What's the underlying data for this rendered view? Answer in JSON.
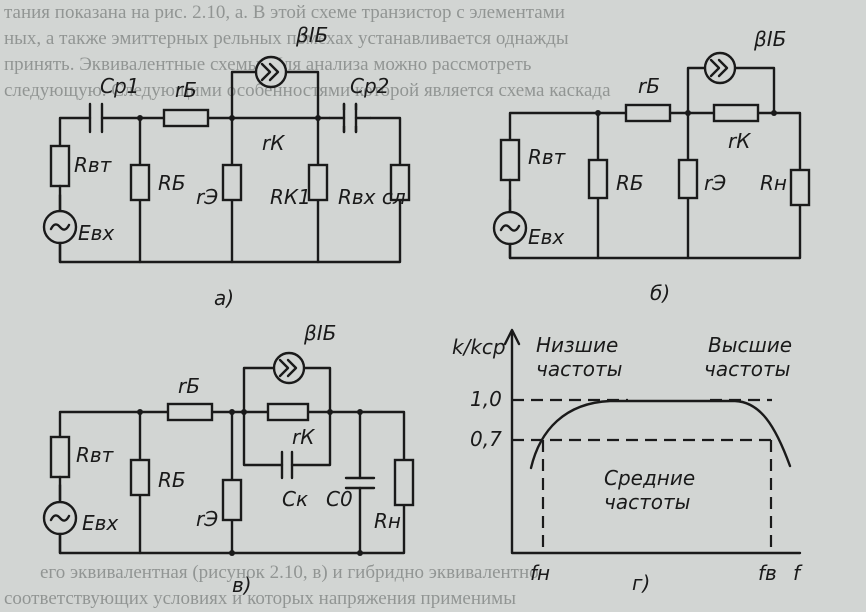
{
  "background_text": {
    "top_lines": [
      "тания показана на рис. 2.10, а. В этой схеме транзистор с элементами",
      "ных, а также эмиттерных рельных помехах устанавливается однажды",
      "принять. Эквивалентные схемы. Для анализа можно рассмотреть",
      "следующую. Следующими особенностями которой является схема каскада"
    ],
    "bottom_lines": [
      "его эквивалентная (рисунок 2.10, в) и гибридно эквивалентно",
      "соответствующих условиях и которых напряжения применимы"
    ]
  },
  "circuit_a": {
    "caption": "а)",
    "labels": {
      "cp1": "Cр1",
      "rb_series": "rБ",
      "source_current": "βIБ",
      "cp2": "Cр2",
      "rvt": "Rвт",
      "rb_shunt": "RБ",
      "re": "rЭ",
      "rk": "rК",
      "rk1": "RК1",
      "rvxsl": "Rвх сл",
      "evx": "Eвх"
    }
  },
  "circuit_b": {
    "caption": "б)",
    "labels": {
      "rb_series": "rБ",
      "source_current": "βIБ",
      "rk": "rК",
      "rvt": "Rвт",
      "rb_shunt": "RБ",
      "re": "rЭ",
      "rn": "Rн",
      "evx": "Eвх"
    }
  },
  "circuit_c": {
    "caption": "в)",
    "labels": {
      "source_current": "βIБ",
      "rb_series": "rБ",
      "rk": "rК",
      "rvt": "Rвт",
      "rb_shunt": "RБ",
      "re": "rЭ",
      "ck": "Cк",
      "c0": "C0",
      "rn": "Rн",
      "evx": "Eвх"
    }
  },
  "graph": {
    "caption": "г)",
    "y_axis_label": "k/kср",
    "x_axis_label": "f",
    "low_freq_label_1": "Низшие",
    "low_freq_label_2": "частоты",
    "high_freq_label_1": "Высшие",
    "high_freq_label_2": "частоты",
    "mid_freq_label_1": "Средние",
    "mid_freq_label_2": "частоты",
    "level_1": "1,0",
    "level_07": "0,7",
    "fn_label": "fн",
    "fv_label": "fв"
  }
}
